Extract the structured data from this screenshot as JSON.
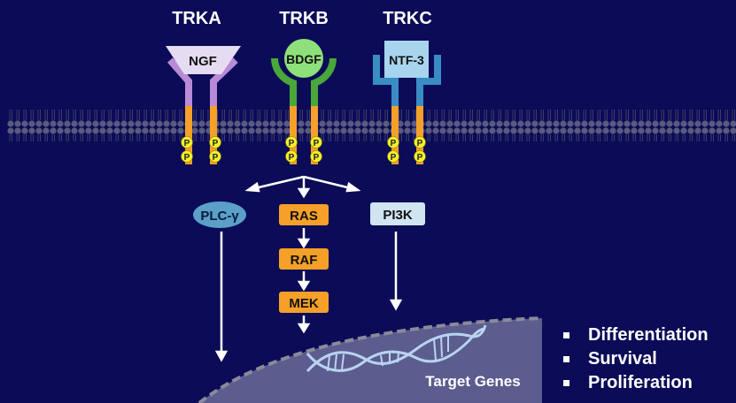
{
  "receptors": [
    {
      "name": "TRKA",
      "ligand": "NGF",
      "color": "#b98ad6"
    },
    {
      "name": "TRKB",
      "ligand": "BDGF",
      "color": "#4aa83a"
    },
    {
      "name": "TRKC",
      "ligand": "NTF-3",
      "color": "#3a8cc4"
    }
  ],
  "phospho_label": "P",
  "pathways": {
    "plc": "PLC-γ",
    "ras": "RAS",
    "raf": "RAF",
    "mek": "MEK",
    "pi3k": "PI3K"
  },
  "nucleus_label": "Target Genes",
  "outcomes": [
    "Differentiation",
    "Survival",
    "Proliferation"
  ],
  "colors": {
    "background": "#0b0b57",
    "kinase": "#f5a028",
    "phospho": "#f2f02a",
    "nucleus": "#5c5c8e"
  }
}
